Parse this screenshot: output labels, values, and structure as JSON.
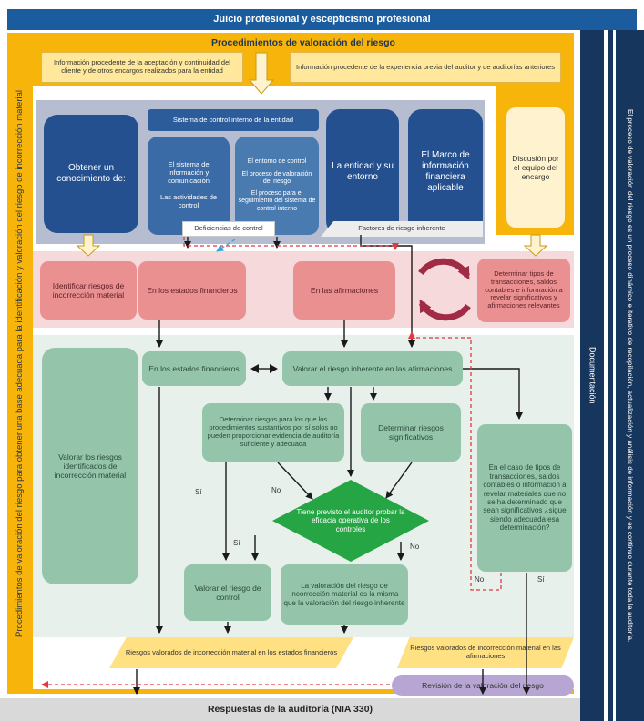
{
  "banner": {
    "title": "Juicio profesional y escepticismo profesional"
  },
  "frame": {
    "title": "Procedimientos de valoración del riesgo",
    "sidebar_text": "Procedimientos de valoración del riesgo para obtener una base adecuada para la identificación y valoración del riesgo de incorrección material",
    "info_left": "Información procedente de la aceptación y continuidad del cliente y de otros encargos realizados para la entidad",
    "info_right": "Información procedente de la experiencia previa del auditor y de auditorías anteriores"
  },
  "right_bars": {
    "documentation": "Documentación",
    "process": "El proceso de valoración del riesgo es un proceso dinámico e iterativo de recopilación, actualización y análisis de información y es continuo durante toda la auditoría."
  },
  "understanding": {
    "obtain": "Obtener un conocimiento de:",
    "system_header": "Sistema de control interno de la entidad",
    "info_comm": "El sistema de información y comunicación",
    "control_activities": "Las actividades de control",
    "control_env": "El entorno de control",
    "risk_process": "El proceso de valoración del riesgo",
    "monitoring": "El proceso para el seguimiento del sistema de control interno",
    "entity": "La entidad y su entorno",
    "framework": "El Marco de información financiera aplicable",
    "discussion": "Discusión por el equipo del encargo",
    "deficiencies": "Deficiencias de control",
    "inherent_factors": "Factores de riesgo inherente"
  },
  "identification": {
    "identify": "Identificar riesgos de incorrección material",
    "in_fs": "En los estados financieros",
    "in_assertions": "En las afirmaciones",
    "determine_types": "Determinar tipos de transacciones, saldos contables e información a revelar significativos y afirmaciones relevantes"
  },
  "assessment": {
    "assess_identified": "Valorar los riesgos identificados de incorrección material",
    "in_fs": "En los estados financieros",
    "inherent_assertions": "Valorar el riesgo inherente en las afirmaciones",
    "substantive_only": "Determinar riesgos para los que los procedimientos sustantivos por sí solos no pueden proporcionar evidencia de auditoría suficiente y adecuada",
    "significant": "Determinar riesgos significativos",
    "controls_question": "Tiene previsto el auditor probar la eficacia operativa de los controles",
    "control_risk": "Valorar el riesgo de control",
    "same_valuation": "La valoración del riesgo de incorrección material es la misma que la valoración del riesgo inherente",
    "materials_question": "En el caso de tipos de transacciones, saldos contables o información a revelar materiales que no se ha determinado que sean significativos ¿sigue siendo adecuada esa determinación?"
  },
  "outputs": {
    "fs_output": "Riesgos valorados de incorrección material en los estados financieros",
    "assertions_output": "Riesgos valorados de incorrección material en las afirmaciones",
    "revision": "Revisión de la valoración del riesgo"
  },
  "footer": {
    "responses": "Respuestas de la auditoría (NIA 330)"
  },
  "labels": {
    "yes": "Sí",
    "no": "No"
  },
  "colors": {
    "gold": "#F7B50C",
    "gold_light": "#FFE89B",
    "cream": "#FFF3CF",
    "cream_border": "#C79A16",
    "navy": "#17365D",
    "banner_blue": "#1A5C9E",
    "panel": "#B6BDD1",
    "box_blue": "#25508F",
    "box_blue_mid": "#3A6BA6",
    "box_blue_light": "#4A7BB0",
    "header_blue": "#2D5C9A",
    "pink_band": "#F6D9DB",
    "pink_box": "#EA9090",
    "dark_red": "#A12B45",
    "green_band": "#E7F0EB",
    "green_box": "#94C5AA",
    "diamond_green": "#25A544",
    "out_yellow": "#FFE083",
    "purple": "#B7A6D3",
    "gray_bar": "#D9D9D9",
    "ink": "#1A1A1A",
    "red_dash": "#E03A3F",
    "blue_dash": "#2FA8E1"
  }
}
